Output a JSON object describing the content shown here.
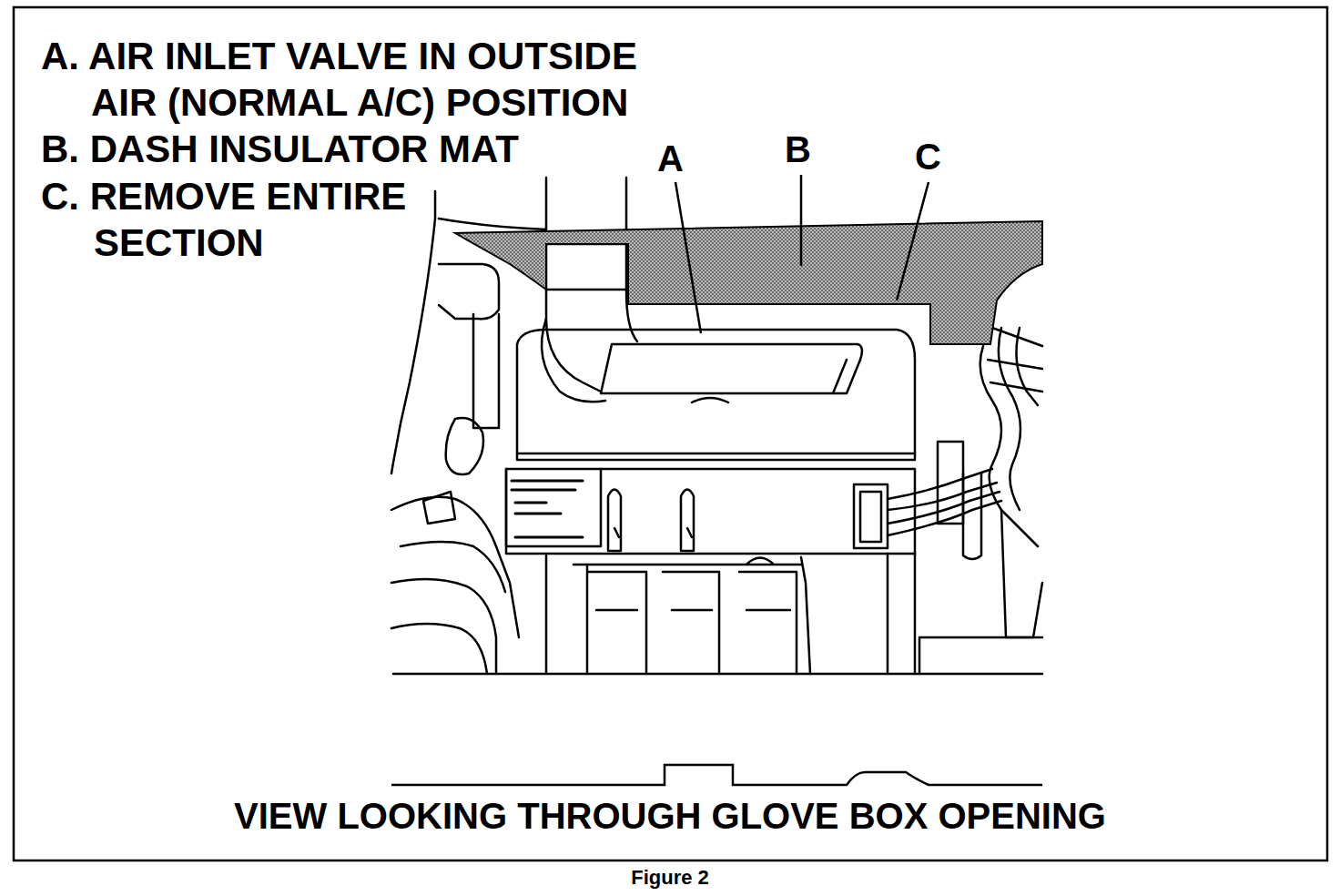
{
  "diagram": {
    "caption": "Figure 2",
    "labels": [
      "A. AIR INLET VALVE IN OUTSIDE AIR (NORMAL A/C) POSITION",
      "B. DASH INSULATOR MAT",
      "C. REMOVE ENTIRE SECTION",
      "A",
      "B",
      "C",
      "VIEW LOOKING THROUGH GLOVE BOX OPENING"
    ]
  }
}
